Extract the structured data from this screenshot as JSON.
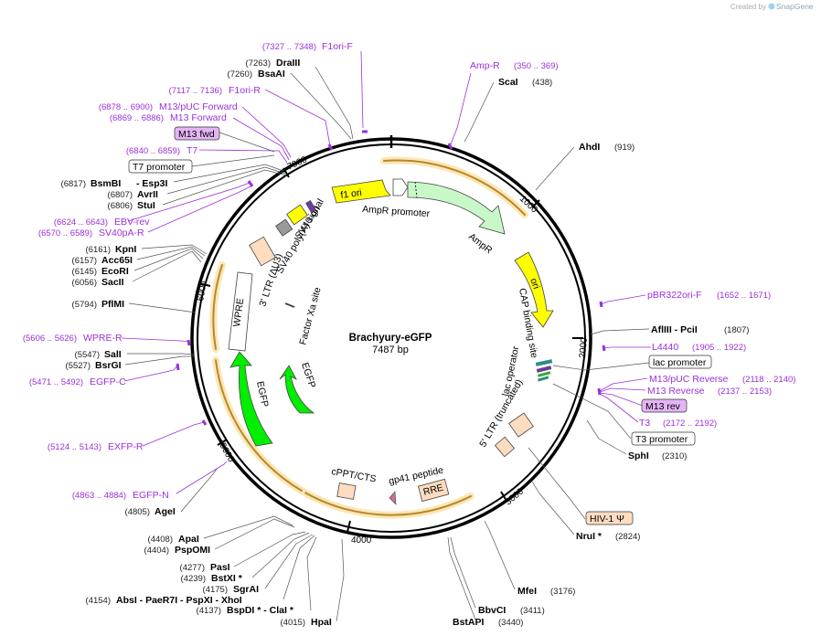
{
  "header": {
    "created_by": "Created by",
    "brand": "SnapGene"
  },
  "plasmid": {
    "name": "Brachyury-eGFP",
    "size": "7487 bp"
  },
  "ticks": [
    "1000",
    "2000",
    "3000",
    "4000",
    "5000",
    "6000",
    "7000"
  ],
  "sites_right": [
    {
      "name": "ScaI",
      "pos": "(438)"
    },
    {
      "name": "AhdI",
      "pos": "(919)"
    },
    {
      "name": "AflIII  - PciI",
      "pos": "(1807)"
    },
    {
      "name": "SphI",
      "pos": "(2310)"
    },
    {
      "name": "NruI *",
      "pos": "(2824)"
    },
    {
      "name": "MfeI",
      "pos": "(3176)"
    },
    {
      "name": "BbvCI",
      "pos": "(3411)"
    },
    {
      "name": "BstAPI",
      "pos": "(3440)"
    }
  ],
  "sites_left": [
    {
      "name": "DraIII",
      "pos": "(7263)"
    },
    {
      "name": "BsaAI",
      "pos": "(7260)"
    },
    {
      "name": "BsmBI",
      "pos": "(6817)",
      "extra": "- Esp3I"
    },
    {
      "name": "AvrII",
      "pos": "(6807)"
    },
    {
      "name": "StuI",
      "pos": "(6806)"
    },
    {
      "name": "KpnI",
      "pos": "(6161)"
    },
    {
      "name": "Acc65I",
      "pos": "(6157)"
    },
    {
      "name": "EcoRI",
      "pos": "(6145)"
    },
    {
      "name": "SacII",
      "pos": "(6056)"
    },
    {
      "name": "PflMI",
      "pos": "(5794)"
    },
    {
      "name": "SalI",
      "pos": "(5547)"
    },
    {
      "name": "BsrGI",
      "pos": "(5527)"
    },
    {
      "name": "AgeI",
      "pos": "(4805)"
    }
  ],
  "sites_bottom": [
    {
      "name": "ApaI",
      "pos": "(4408)"
    },
    {
      "name": "PspOMI",
      "pos": "(4404)"
    },
    {
      "name": "PasI",
      "pos": "(4277)"
    },
    {
      "name": "BstXI *",
      "pos": "(4239)"
    },
    {
      "name": "SgrAI",
      "pos": "(4175)"
    },
    {
      "name": "AbsI  - PaeR7I  - PspXI  - XhoI",
      "pos": "(4154)"
    },
    {
      "name": "BspDI *  - ClaI *",
      "pos": "(4137)"
    },
    {
      "name": "HpaI",
      "pos": "(4015)"
    }
  ],
  "primers": [
    {
      "name": "F1ori-F",
      "range": "(7327 .. 7348)"
    },
    {
      "name": "F1ori-R",
      "range": "(7117 .. 7136)"
    },
    {
      "name": "M13/pUC Forward",
      "range": "(6878 .. 6900)"
    },
    {
      "name": "M13 Forward",
      "range": "(6869 .. 6886)"
    },
    {
      "name": "T7",
      "range": "(6840 .. 6859)"
    },
    {
      "name": "EBV-rev",
      "range": "(6624 .. 6643)"
    },
    {
      "name": "SV40pA-R",
      "range": "(6570 .. 6589)"
    },
    {
      "name": "WPRE-R",
      "range": "(5606 .. 5626)"
    },
    {
      "name": "EGFP-C",
      "range": "(5471 .. 5492)"
    },
    {
      "name": "EXFP-R",
      "range": "(5124 .. 5143)"
    },
    {
      "name": "EGFP-N",
      "range": "(4863 .. 4884)"
    },
    {
      "name": "Amp-R",
      "range": "(350 .. 369)"
    },
    {
      "name": "pBR322ori-F",
      "range": "(1652 .. 1671)"
    },
    {
      "name": "L4440",
      "range": "(1905 .. 1922)"
    },
    {
      "name": "M13/pUC Reverse",
      "range": "(2118 .. 2140)"
    },
    {
      "name": "M13 Reverse",
      "range": "(2137 .. 2153)"
    },
    {
      "name": "T3",
      "range": "(2172 .. 2192)"
    }
  ],
  "boxed_labels": {
    "m13_fwd": "M13 fwd",
    "t7_promoter": "T7 promoter",
    "lac_promoter": "lac promoter",
    "m13_rev": "M13 rev",
    "t3_promoter": "T3 promoter",
    "hiv": "HIV-1 Ψ"
  },
  "features": {
    "f1_ori": "f1 ori",
    "ampr_promoter": "AmpR promoter",
    "ampr": "AmpR",
    "ori": "ori",
    "cap": "CAP binding site",
    "lac_operator": "lac operator",
    "ltr5": "5' LTR (truncated)",
    "rre": "RRE",
    "gp41": "gp41 peptide",
    "cppt": "cPPT/CTS",
    "egfp1": "EGFP",
    "egfp2": "EGFP",
    "factor_xa": "Factor Xa site",
    "wpre": "WPRE",
    "ltr3": "3' LTR (ΔU3)",
    "sv40pa": "SV40 poly(A) signal",
    "sv40ori": "SV40 ori"
  },
  "colors": {
    "primer": "#9b30d9",
    "feature_yellow": "#ffff00",
    "feature_green": "#00ee00",
    "ampr": "#c8f7c8",
    "orange": "#e8a33a",
    "ltr": "#fddcc0"
  }
}
